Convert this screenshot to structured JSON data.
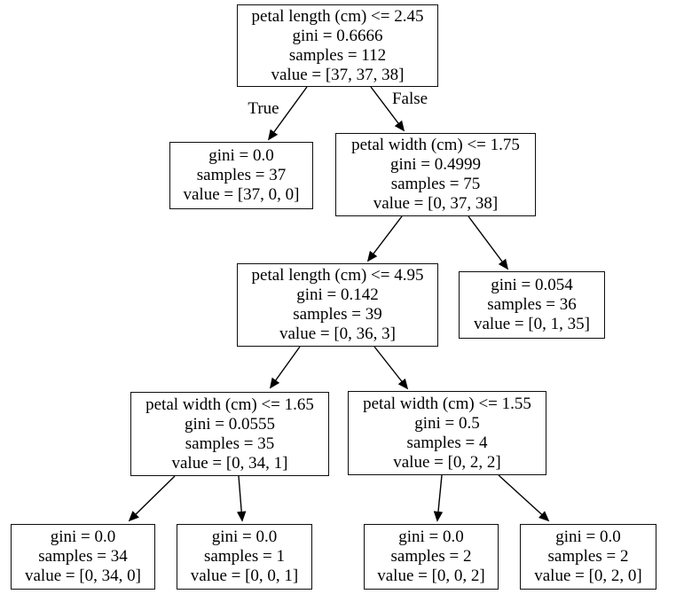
{
  "tree": {
    "kind": "decision-tree-diagram",
    "colors": {
      "background": "#ffffff",
      "node_fill": "#ffffff",
      "node_border": "#000000",
      "text": "#000000",
      "edge": "#000000"
    },
    "edge_labels": {
      "true": "True",
      "false": "False"
    },
    "nodes": [
      {
        "id": "n0",
        "condition": "petal length (cm) <= 2.45",
        "gini": "gini = 0.6666",
        "samples": "samples = 112",
        "value": "value = [37, 37, 38]"
      },
      {
        "id": "n1",
        "gini": "gini = 0.0",
        "samples": "samples = 37",
        "value": "value = [37, 0, 0]"
      },
      {
        "id": "n2",
        "condition": "petal width (cm) <= 1.75",
        "gini": "gini = 0.4999",
        "samples": "samples = 75",
        "value": "value = [0, 37, 38]"
      },
      {
        "id": "n3",
        "condition": "petal length (cm) <= 4.95",
        "gini": "gini = 0.142",
        "samples": "samples = 39",
        "value": "value = [0, 36, 3]"
      },
      {
        "id": "n4",
        "gini": "gini = 0.054",
        "samples": "samples = 36",
        "value": "value = [0, 1, 35]"
      },
      {
        "id": "n5",
        "condition": "petal width (cm) <= 1.65",
        "gini": "gini = 0.0555",
        "samples": "samples = 35",
        "value": "value = [0, 34, 1]"
      },
      {
        "id": "n6",
        "condition": "petal width (cm) <= 1.55",
        "gini": "gini = 0.5",
        "samples": "samples = 4",
        "value": "value = [0, 2, 2]"
      },
      {
        "id": "n7",
        "gini": "gini = 0.0",
        "samples": "samples = 34",
        "value": "value = [0, 34, 0]"
      },
      {
        "id": "n8",
        "gini": "gini = 0.0",
        "samples": "samples = 1",
        "value": "value = [0, 0, 1]"
      },
      {
        "id": "n9",
        "gini": "gini = 0.0",
        "samples": "samples = 2",
        "value": "value = [0, 0, 2]"
      },
      {
        "id": "n10",
        "gini": "gini = 0.0",
        "samples": "samples = 2",
        "value": "value = [0, 2, 0]"
      }
    ],
    "edges": [
      {
        "from": "n0",
        "to": "n1",
        "label": "True"
      },
      {
        "from": "n0",
        "to": "n2",
        "label": "False"
      },
      {
        "from": "n2",
        "to": "n3",
        "label": ""
      },
      {
        "from": "n2",
        "to": "n4",
        "label": ""
      },
      {
        "from": "n3",
        "to": "n5",
        "label": ""
      },
      {
        "from": "n3",
        "to": "n6",
        "label": ""
      },
      {
        "from": "n5",
        "to": "n7",
        "label": ""
      },
      {
        "from": "n5",
        "to": "n8",
        "label": ""
      },
      {
        "from": "n6",
        "to": "n9",
        "label": ""
      },
      {
        "from": "n6",
        "to": "n10",
        "label": ""
      }
    ]
  }
}
